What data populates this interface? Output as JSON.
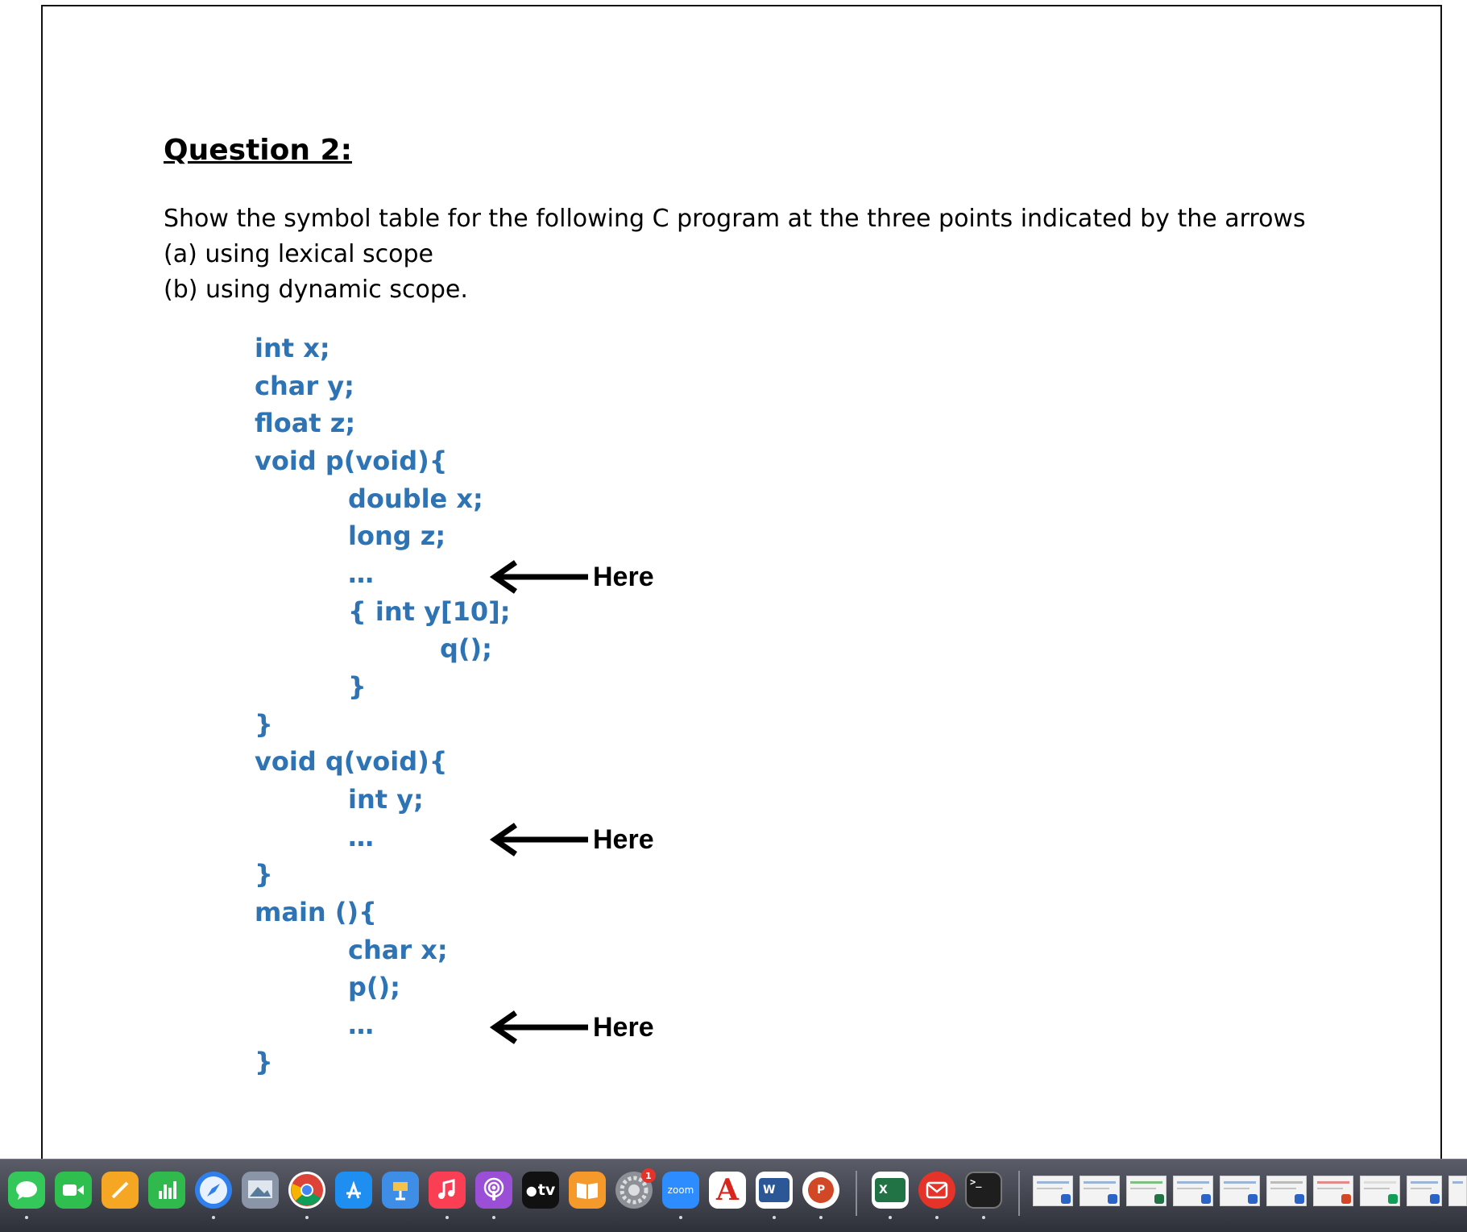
{
  "question": {
    "title": "Question 2:",
    "line1": "Show the symbol table for the following C program at the three points indicated by the arrows",
    "line2": "(a) using lexical scope",
    "line3": "(b) using dynamic scope."
  },
  "code": {
    "l01": "int x;",
    "l02": "char y;",
    "l03": "float z;",
    "l04": "void p(void){",
    "l05": "double x;",
    "l06": "long z;",
    "l07": "…",
    "l08": "{ int y[10];",
    "l09": "q();",
    "l10": "}",
    "l11": "}",
    "l12": "void q(void){",
    "l13": "int y;",
    "l14": "…",
    "l15": "}",
    "l16": "main (){",
    "l17": "char x;",
    "l18": "p();",
    "l19": "…",
    "l20": "}"
  },
  "markers": {
    "here1": "Here",
    "here2": "Here",
    "here3": "Here"
  },
  "dock": {
    "tv_label": "tv",
    "zoom_label": "zoom",
    "word_label": "W",
    "ppt_label": "P",
    "excel_label": "X",
    "acrobat_label": "A",
    "settings_badge": "1",
    "terminal_label": ">_"
  },
  "colors": {
    "code": "#2e74b5",
    "text": "#000000"
  }
}
